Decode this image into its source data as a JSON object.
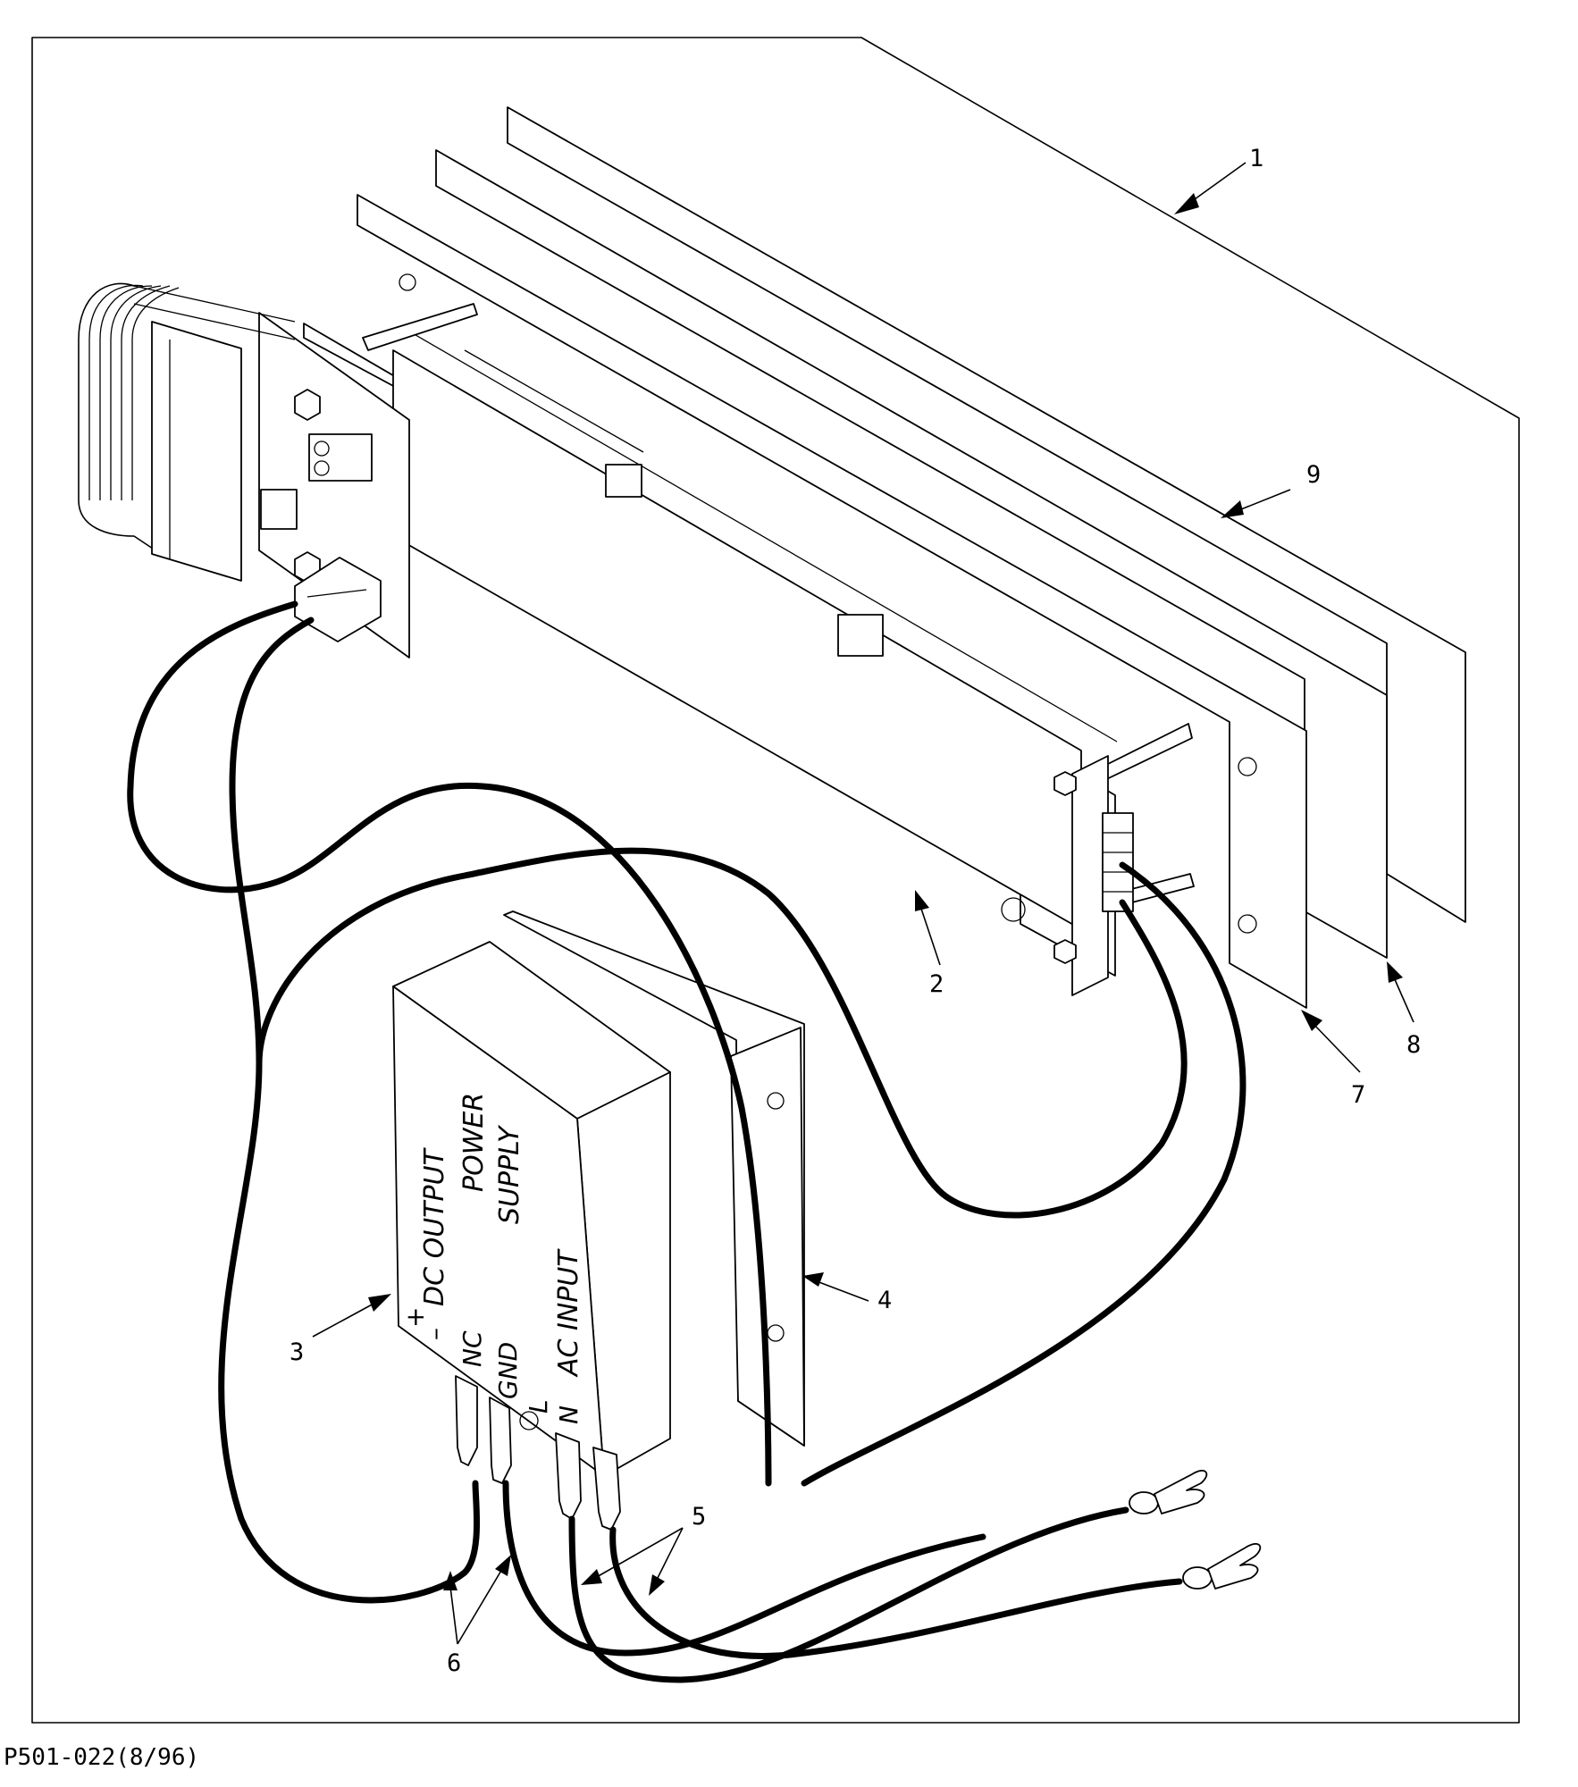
{
  "drawing_id": "P501-022(8/96)",
  "callouts": {
    "c1": "1",
    "c2": "2",
    "c3": "3",
    "c4": "4",
    "c5": "5",
    "c6": "6",
    "c7": "7",
    "c8": "8",
    "c9": "9"
  },
  "power_supply": {
    "title_line1": "POWER",
    "title_line2": "SUPPLY",
    "dc_output": "DC OUTPUT",
    "ac_input": "AC INPUT",
    "pins": {
      "plus": "+",
      "minus": "–",
      "nc": "NC",
      "gnd": "GND",
      "l": "L",
      "n": "N"
    }
  }
}
